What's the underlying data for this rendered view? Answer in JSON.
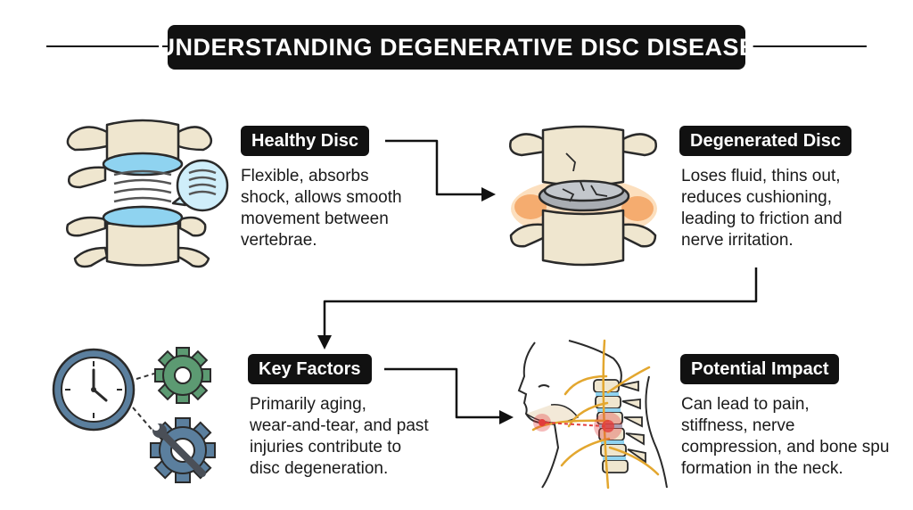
{
  "title": "UNDERSTANDING DEGENERATIVE DISC DISEASE",
  "panels": {
    "healthy": {
      "heading": "Healthy Disc",
      "lines": [
        "Flexible, absorbs",
        "shock, allows smooth",
        "movement between",
        "vertebrae."
      ]
    },
    "degenerated": {
      "heading": "Degenerated Disc",
      "lines": [
        "Loses fluid, thins out,",
        "reduces cushioning,",
        "leading to friction and",
        "nerve irritation."
      ]
    },
    "factors": {
      "heading": "Key Factors",
      "lines": [
        "Primarily aging,",
        "wear-and-tear, and past",
        "injuries contribute to",
        "disc degeneration."
      ]
    },
    "impact": {
      "heading": "Potential Impact",
      "lines": [
        "Can lead to pain,",
        "stiffness, nerve",
        "compression, and bone spu",
        "formation in the neck."
      ]
    }
  },
  "icons": [
    "healthy-disc-icon",
    "degenerated-disc-icon",
    "clock-icon",
    "gear-icon",
    "wrench-gear-icon",
    "neck-spine-icon"
  ],
  "colors": {
    "heading_bg": "#111111",
    "disc_healthy": "#8fd3f0",
    "bone": "#efe6cf",
    "inflammation": "#f08a3a",
    "gear_green": "#5c9a72",
    "gear_blue": "#5b7f9e",
    "nerve": "#e3a72f",
    "pain_red": "#e23c3c"
  }
}
